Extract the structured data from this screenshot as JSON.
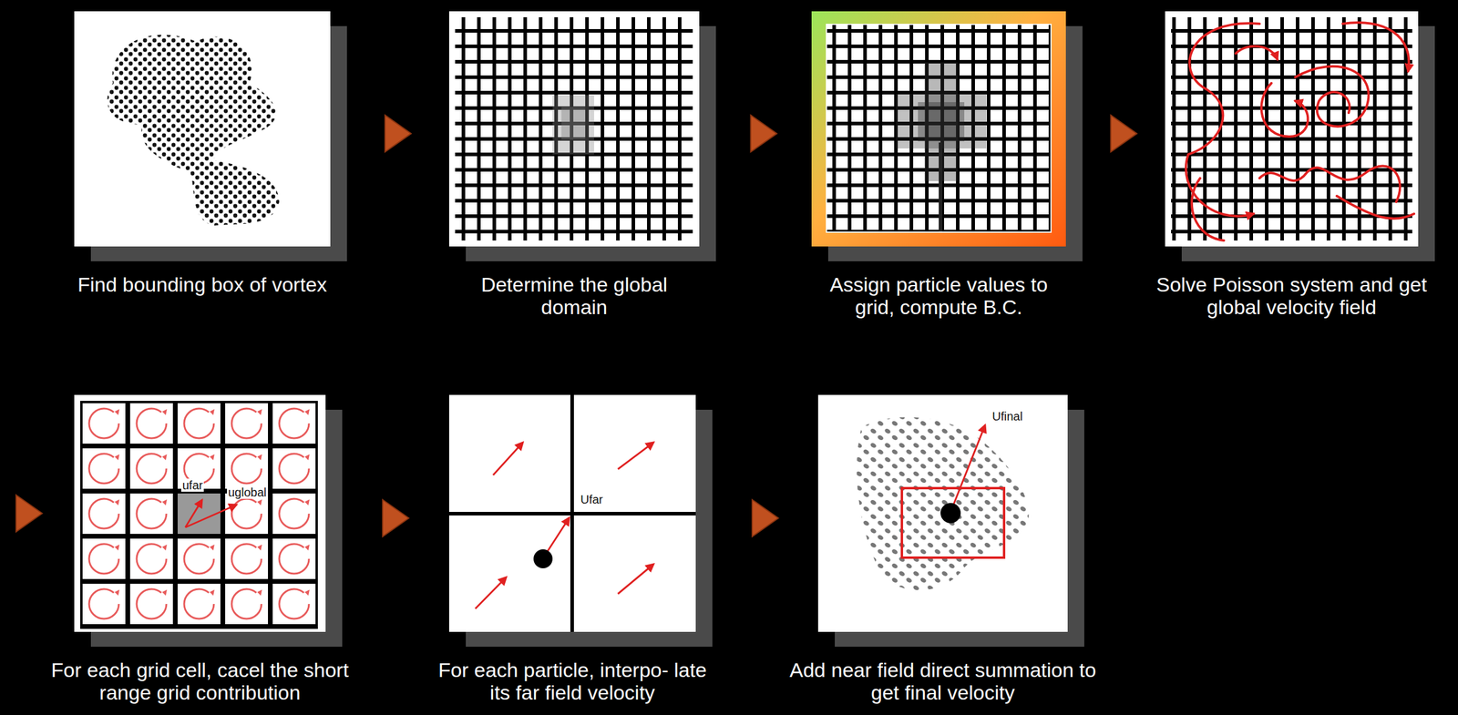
{
  "diagram": {
    "nodes": [
      {
        "text": [
          "Find bounding box of vortex"
        ]
      },
      {
        "text": [
          "Determine the global domain"
        ]
      },
      {
        "text": [
          "Assign particle values to grid, compute B.C."
        ]
      },
      {
        "text": [
          "Solve Poisson system and get global velocity field"
        ]
      },
      {
        "text": [
          "For each grid cell, cacel the short range grid contribution"
        ]
      },
      {
        "text": [
          "For each particle, interpo- late its far field velocity"
        ]
      },
      {
        "text": [
          "Add near field direct summation to get final velocity"
        ]
      }
    ],
    "edges": [
      {
        "from": 0,
        "to": 1,
        "arrow": "to"
      },
      {
        "from": 1,
        "to": 2,
        "arrow": "to"
      },
      {
        "from": 2,
        "to": 3,
        "arrow": "to"
      },
      {
        "from": 3,
        "to": 4,
        "arrow": "to"
      },
      {
        "from": 4,
        "to": 5,
        "arrow": "to"
      },
      {
        "from": 5,
        "to": 6,
        "arrow": "to"
      }
    ],
    "labels": [
      "ufar",
      "uglobal",
      "Ufar",
      "Ufinal"
    ]
  }
}
